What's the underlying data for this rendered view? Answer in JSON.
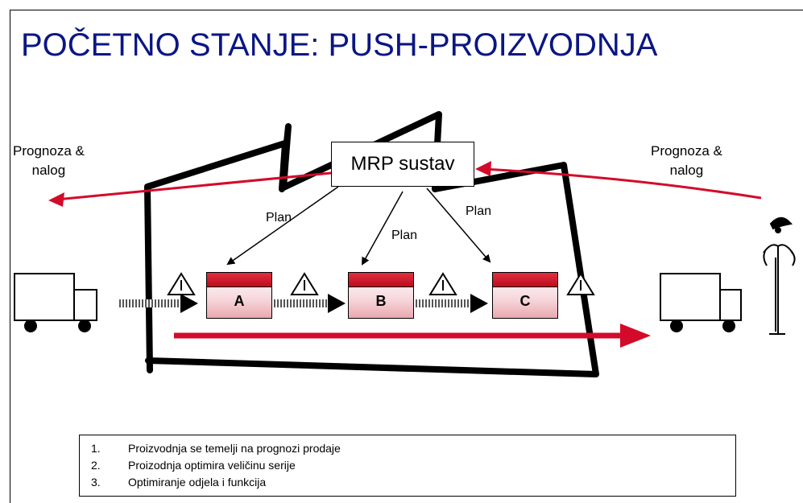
{
  "title": "POČETNO STANJE: PUSH-PROIZVODNJA",
  "mrp_label": "MRP sustav",
  "left_forecast_label": "Prognoza &\nnalog",
  "right_forecast_label": "Prognoza &\nnalog",
  "plan_labels": [
    "Plan",
    "Plan",
    "Plan"
  ],
  "stations": [
    {
      "letter": "A"
    },
    {
      "letter": "B"
    },
    {
      "letter": "C"
    }
  ],
  "list": [
    {
      "num": "1.",
      "text": "Proizvodnja se temelji na prognozi prodaje"
    },
    {
      "num": "2.",
      "text": "Proizodnja optimira veličinu serije"
    },
    {
      "num": "3.",
      "text": "Optimiranje odjela i funkcija"
    }
  ],
  "colors": {
    "title": "#0a1683",
    "flow_arrow": "#d40a2a",
    "station_bar": "#c00a1e"
  },
  "icons": [
    "truck-icon",
    "warning-icon",
    "customer-figure-icon"
  ]
}
